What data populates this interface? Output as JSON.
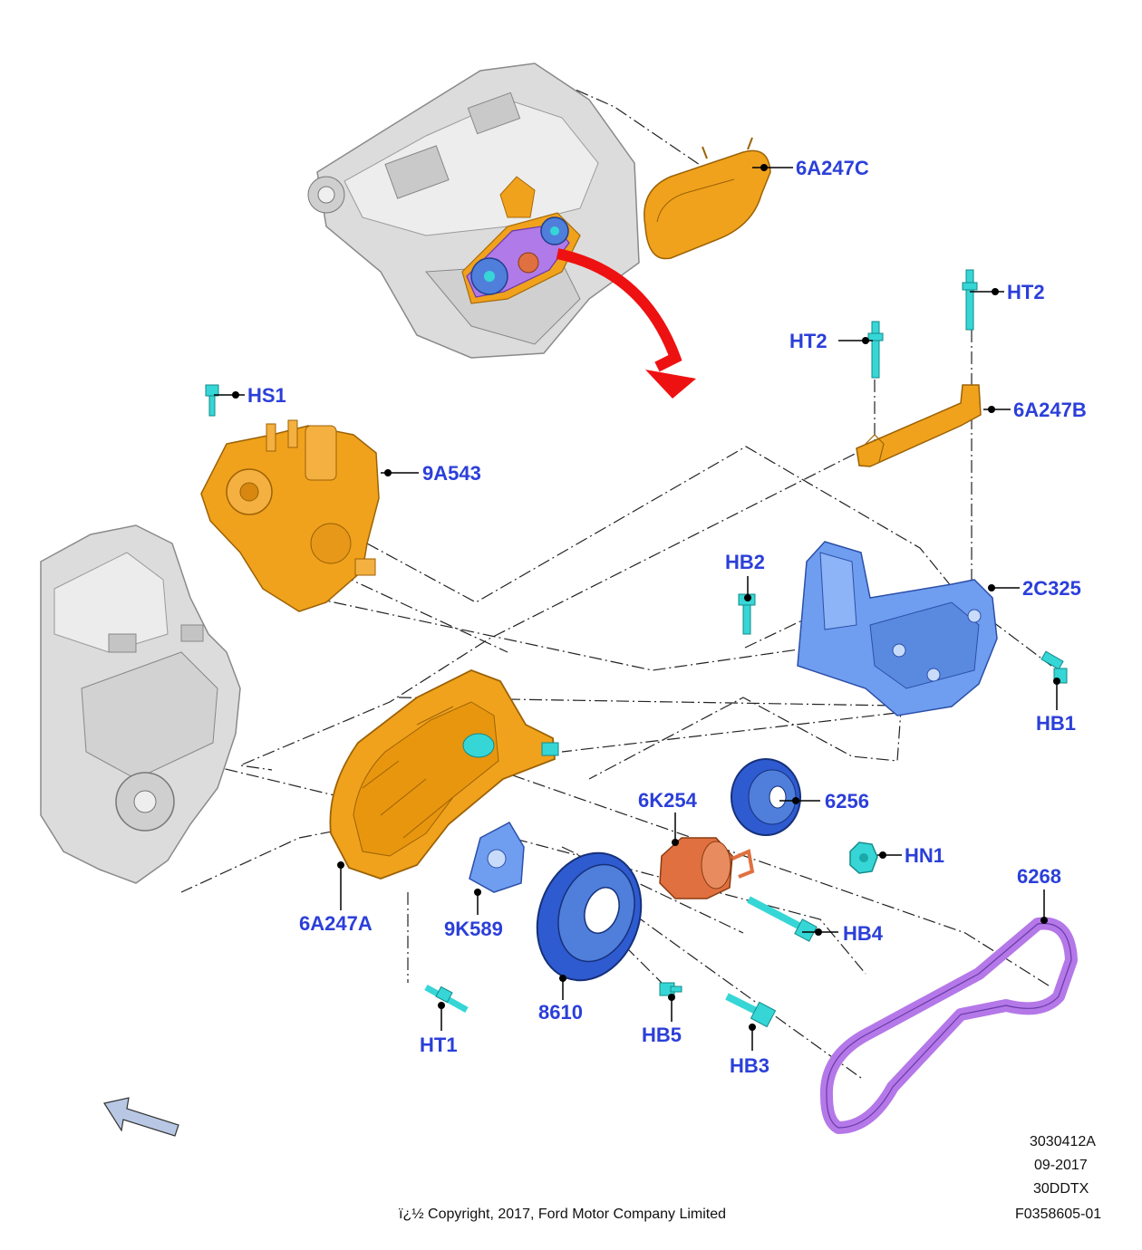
{
  "parts": [
    {
      "id": "p-6a247c",
      "label": "6A247C",
      "kind": "timing-cover-outer"
    },
    {
      "id": "p-ht2-a",
      "label": "HT2",
      "kind": "stud"
    },
    {
      "id": "p-ht2-b",
      "label": "HT2",
      "kind": "stud"
    },
    {
      "id": "p-6a247b",
      "label": "6A247B",
      "kind": "cover-bracket"
    },
    {
      "id": "p-hs1",
      "label": "HS1",
      "kind": "screw"
    },
    {
      "id": "p-9a543",
      "label": "9A543",
      "kind": "fuel-injection-pump"
    },
    {
      "id": "p-hb2",
      "label": "HB2",
      "kind": "bolt"
    },
    {
      "id": "p-2c325",
      "label": "2C325",
      "kind": "pump-bracket"
    },
    {
      "id": "p-hb1",
      "label": "HB1",
      "kind": "bolt"
    },
    {
      "id": "p-6k254",
      "label": "6K254",
      "kind": "belt-tensioner"
    },
    {
      "id": "p-6256",
      "label": "6256",
      "kind": "camshaft-sprocket"
    },
    {
      "id": "p-hn1",
      "label": "HN1",
      "kind": "nut"
    },
    {
      "id": "p-6268",
      "label": "6268",
      "kind": "timing-belt"
    },
    {
      "id": "p-6a247a",
      "label": "6A247A",
      "kind": "timing-cover-inner"
    },
    {
      "id": "p-9k589",
      "label": "9K589",
      "kind": "idler-pulley"
    },
    {
      "id": "p-hb4",
      "label": "HB4",
      "kind": "bolt"
    },
    {
      "id": "p-8610",
      "label": "8610",
      "kind": "crankshaft-sprocket"
    },
    {
      "id": "p-hb5",
      "label": "HB5",
      "kind": "bolt"
    },
    {
      "id": "p-hb3",
      "label": "HB3",
      "kind": "bolt"
    },
    {
      "id": "p-ht1",
      "label": "HT1",
      "kind": "stud"
    }
  ],
  "footer": {
    "illustration_number": "3030412A",
    "date": "09-2017",
    "engine_code": "30DDTX",
    "figure_number": "F0358605-01",
    "copyright": "ï¿½ Copyright, 2017, Ford Motor Company Limited"
  },
  "colors": {
    "callout_text": "#2b3fd9",
    "orange_part": "#f0a21c",
    "blue_part": "#6f9ef0",
    "teal_fastener": "#36d6d6",
    "belt": "#c086f0",
    "engine_grey": "#d9d9d9",
    "arrow_red": "#ee1111",
    "view_arrow": "#b8c8e4"
  }
}
